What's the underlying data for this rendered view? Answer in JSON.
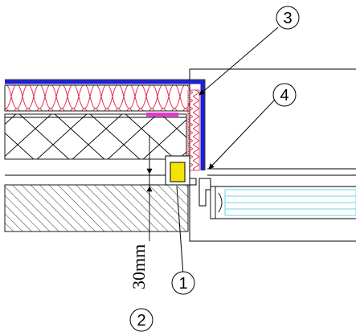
{
  "diagram": {
    "callouts": [
      {
        "id": "1",
        "label": "1"
      },
      {
        "id": "2",
        "label": "2"
      },
      {
        "id": "3",
        "label": "3"
      },
      {
        "id": "4",
        "label": "4"
      }
    ],
    "dimension_label": "30mm",
    "colors": {
      "membrane": "#1f1fd6",
      "insulation": "#e0294a",
      "pink_block": "#e03ac8",
      "yellow_block": "#f2e600",
      "glass": "#6fd3e6",
      "line": "#000000"
    }
  }
}
